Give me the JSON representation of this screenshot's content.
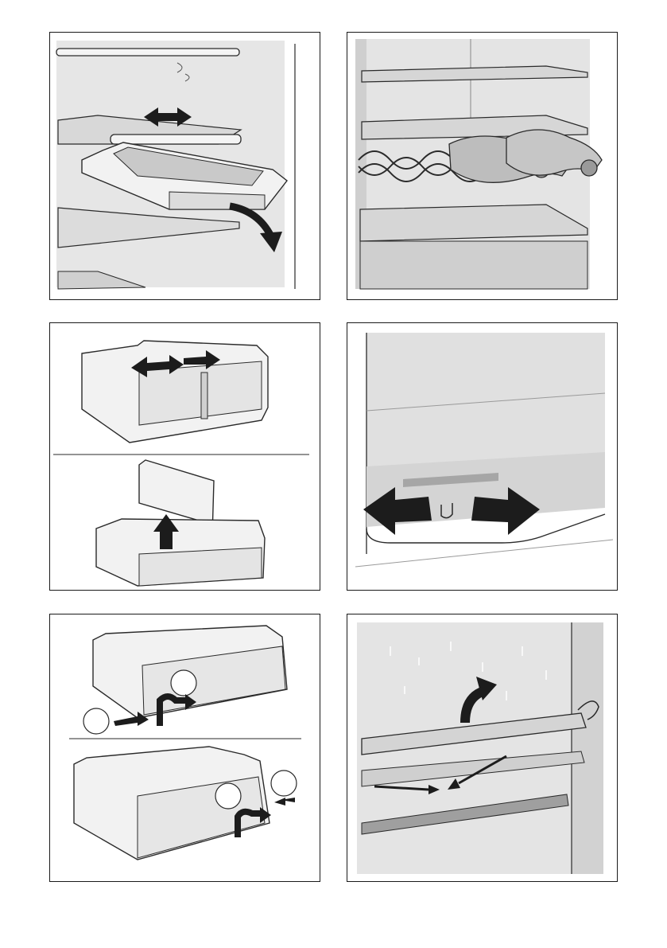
{
  "page": {
    "background": "#ffffff",
    "panel_border": "#1a1a1a"
  },
  "colors": {
    "interior": "#e3e3e3",
    "shade": "#c8c8c8",
    "dark_shade": "#9a9a9a",
    "arrow": "#1c1c1c",
    "outline": "#2a2a2a"
  },
  "panels": [
    {
      "id": "fridge-drawer-slide",
      "icons": [
        "double-arrow-icon",
        "pull-down-arrow-icon"
      ]
    },
    {
      "id": "wine-rack-shelves",
      "icons": [
        "bottle-icon"
      ]
    },
    {
      "id": "crisper-divider",
      "icons": [
        "double-arrow-icon",
        "lift-arrow-icon"
      ]
    },
    {
      "id": "freezer-compartment-slide",
      "icons": [
        "double-arrow-icon"
      ]
    },
    {
      "id": "drawer-removal-steps",
      "icons": [
        "step-arrow-icon"
      ],
      "step_markers": [
        "",
        "",
        "",
        ""
      ]
    },
    {
      "id": "shelf-lift-out",
      "icons": [
        "lift-arrow-icon",
        "guide-arrow-icon"
      ]
    }
  ]
}
